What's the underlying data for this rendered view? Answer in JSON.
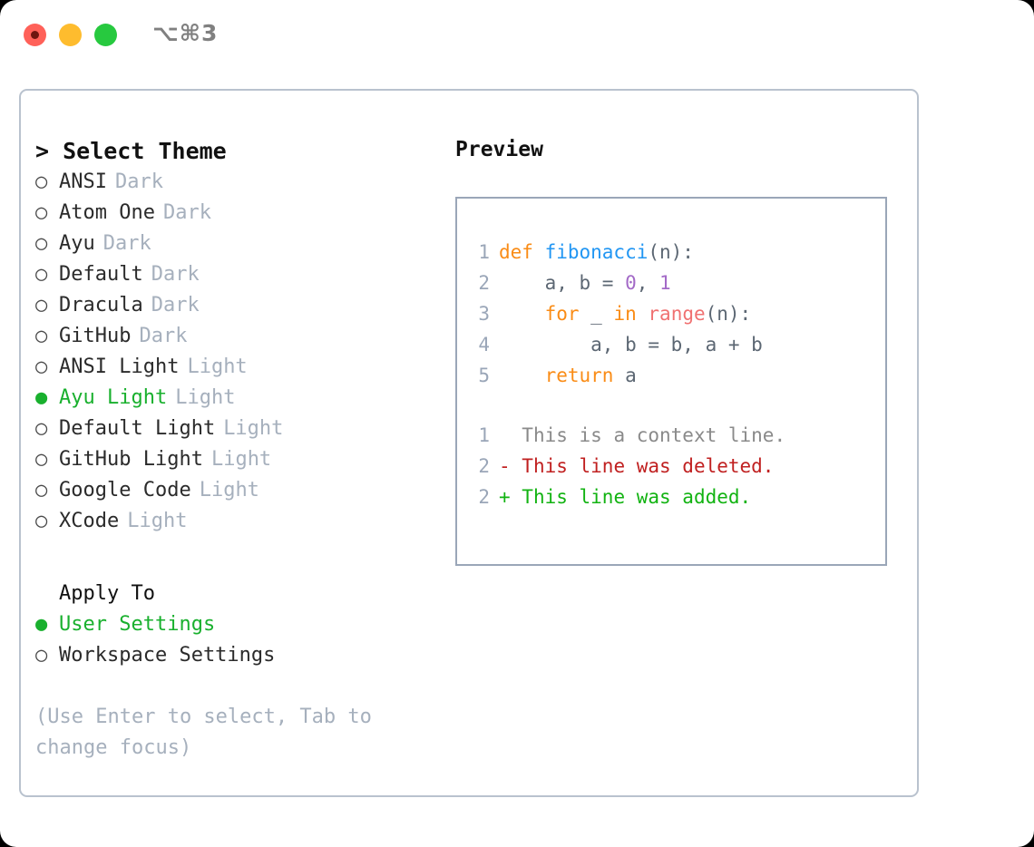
{
  "titlebar": {
    "shortcut": "⌥⌘3",
    "lights": [
      "close-red",
      "minimize-yellow",
      "maximize-green"
    ]
  },
  "select_theme": {
    "heading": "> Select Theme",
    "items": [
      {
        "bullet": "○",
        "label": "ANSI",
        "mode": "Dark",
        "selected": false
      },
      {
        "bullet": "○",
        "label": "Atom One",
        "mode": "Dark",
        "selected": false
      },
      {
        "bullet": "○",
        "label": "Ayu",
        "mode": "Dark",
        "selected": false
      },
      {
        "bullet": "○",
        "label": "Default",
        "mode": "Dark",
        "selected": false
      },
      {
        "bullet": "○",
        "label": "Dracula",
        "mode": "Dark",
        "selected": false
      },
      {
        "bullet": "○",
        "label": "GitHub",
        "mode": "Dark",
        "selected": false
      },
      {
        "bullet": "○",
        "label": "ANSI Light",
        "mode": "Light",
        "selected": false
      },
      {
        "bullet": "●",
        "label": "Ayu Light",
        "mode": "Light",
        "selected": true
      },
      {
        "bullet": "○",
        "label": "Default Light",
        "mode": "Light",
        "selected": false
      },
      {
        "bullet": "○",
        "label": "GitHub Light",
        "mode": "Light",
        "selected": false
      },
      {
        "bullet": "○",
        "label": "Google Code",
        "mode": "Light",
        "selected": false
      },
      {
        "bullet": "○",
        "label": "XCode",
        "mode": "Light",
        "selected": false
      }
    ]
  },
  "apply_to": {
    "heading": "Apply To",
    "items": [
      {
        "bullet": "●",
        "label": "User Settings",
        "selected": true
      },
      {
        "bullet": "○",
        "label": "Workspace Settings",
        "selected": false
      }
    ]
  },
  "hint": "(Use Enter to select, Tab to change focus)",
  "preview": {
    "title": "Preview",
    "code_lines": [
      {
        "lineno": "1",
        "tokens": [
          {
            "text": "def ",
            "type": "keyword"
          },
          {
            "text": "fibonacci",
            "type": "function"
          },
          {
            "text": "(n):",
            "type": "plain"
          }
        ]
      },
      {
        "lineno": "2",
        "tokens": [
          {
            "text": "    a, b = ",
            "type": "plain"
          },
          {
            "text": "0",
            "type": "number"
          },
          {
            "text": ", ",
            "type": "plain"
          },
          {
            "text": "1",
            "type": "number"
          }
        ]
      },
      {
        "lineno": "3",
        "tokens": [
          {
            "text": "    ",
            "type": "plain"
          },
          {
            "text": "for",
            "type": "keyword"
          },
          {
            "text": " _ ",
            "type": "plain"
          },
          {
            "text": "in",
            "type": "keyword"
          },
          {
            "text": " ",
            "type": "plain"
          },
          {
            "text": "range",
            "type": "call"
          },
          {
            "text": "(n):",
            "type": "plain"
          }
        ]
      },
      {
        "lineno": "4",
        "tokens": [
          {
            "text": "        a, b = b, a + b",
            "type": "plain"
          }
        ]
      },
      {
        "lineno": "5",
        "tokens": [
          {
            "text": "    ",
            "type": "plain"
          },
          {
            "text": "return",
            "type": "keyword"
          },
          {
            "text": " a",
            "type": "plain"
          }
        ]
      }
    ],
    "diff_lines": [
      {
        "lineno": "1",
        "marker": "  ",
        "text": "This is a context line.",
        "kind": "context"
      },
      {
        "lineno": "2",
        "marker": "- ",
        "text": "This line was deleted.",
        "kind": "deleted"
      },
      {
        "lineno": "2",
        "marker": "+ ",
        "text": "This line was added.",
        "kind": "added"
      }
    ]
  },
  "colors": {
    "accent_green": "#19b02e",
    "muted": "#a6b0bd",
    "keyword": "#fa8c16",
    "function": "#2196f3",
    "number": "#a36ac7",
    "call": "#f07171",
    "diff_deleted": "#c02020",
    "diff_added": "#12b312",
    "panel_border": "#9aa6b8",
    "frame_border": "#b9c2ce"
  }
}
